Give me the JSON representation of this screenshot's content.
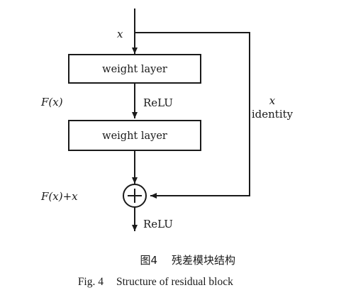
{
  "diagram": {
    "input_label": "x",
    "weight_layer_1": "weight layer",
    "relu_middle": "ReLU",
    "weight_layer_2": "weight layer",
    "fx_label": "F(x)",
    "fx_plus_x_label": "F(x)+x",
    "relu_output": "ReLU",
    "identity_x": "x",
    "identity_label": "identity"
  },
  "caption": {
    "cn_number": "图4",
    "cn_title": "残差模块结构",
    "en_number": "Fig. 4",
    "en_title": "Structure of residual block"
  }
}
